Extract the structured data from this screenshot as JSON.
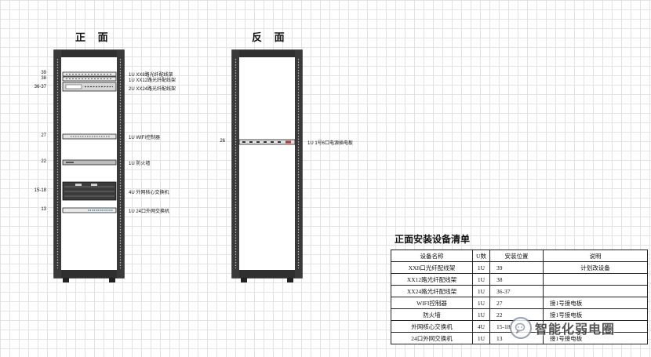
{
  "front": {
    "title": "正 面",
    "u_labels": [
      "39",
      "38",
      "36-37",
      "27",
      "22",
      "15-18",
      "13"
    ],
    "device_labels": [
      "1U XX8路光纤配线架",
      "1U XX12路光纤配线架",
      "2U XX24路光纤配线架",
      "1U WIFI控制器",
      "1U 防火墙",
      "4U 外网核心交换机",
      "1U 24口外网交换机"
    ]
  },
  "back": {
    "title": "反 面",
    "u_labels": [
      "26"
    ],
    "device_labels": [
      "1U 1号6口电源插电板"
    ]
  },
  "equipment_list": {
    "title": "正面安装设备清单",
    "headers": [
      "设备名称",
      "U数",
      "安装位置",
      "说明"
    ],
    "rows": [
      [
        "XX8口光纤配线架",
        "1U",
        "39",
        "计划改设备"
      ],
      [
        "XX12路光纤配线架",
        "1U",
        "38",
        ""
      ],
      [
        "XX24路光纤配线架",
        "1U",
        "36-37",
        ""
      ],
      [
        "WIFI控制器",
        "1U",
        "27",
        "接1号接电板"
      ],
      [
        "防火墙",
        "1U",
        "22",
        "接1号接电板"
      ],
      [
        "外网核心交换机",
        "4U",
        "15-18",
        ""
      ],
      [
        "24口外网交换机",
        "1U",
        "13",
        "接1号接电板"
      ]
    ]
  },
  "watermark": {
    "text": "智能化弱电圈",
    "icon": "chat-bubble-icon"
  }
}
